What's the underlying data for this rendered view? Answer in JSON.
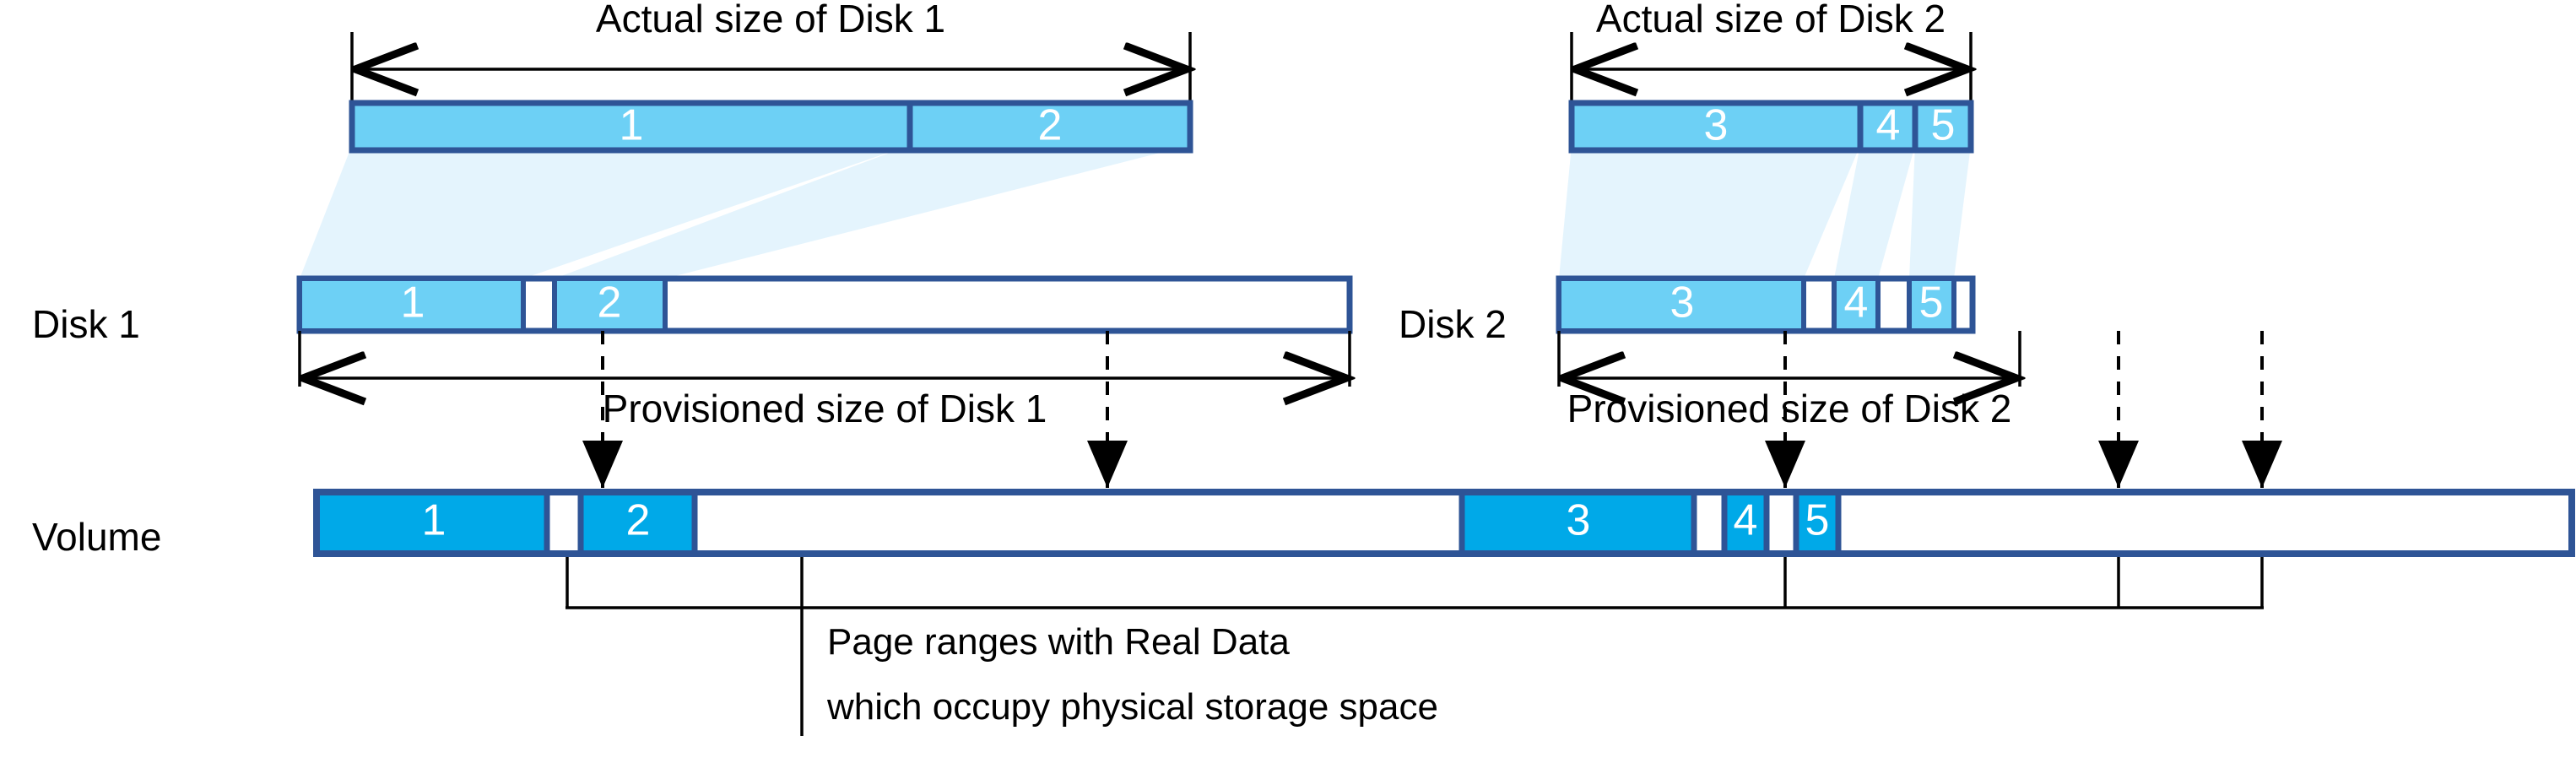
{
  "diagram": {
    "title": "Thin provisioning disk-to-volume page mapping diagram",
    "colors": {
      "actual_fill": "#6DD0F5",
      "volume_fill": "#00A9E8",
      "border": "#2E5496",
      "projection_fill": "#E4F4FD",
      "text": "#000000",
      "cell_text": "#FFFFFF"
    },
    "row_labels": {
      "disk1": "Disk 1",
      "disk2": "Disk 2",
      "volume": "Volume"
    },
    "dimension_labels": {
      "actual_disk1": "Actual size of Disk 1",
      "actual_disk2": "Actual size of Disk 2",
      "provisioned_disk1": "Provisioned size of Disk 1",
      "provisioned_disk2": "Provisioned size of Disk 2"
    },
    "caption": {
      "line1": "Page ranges with Real Data",
      "line2": "which occupy physical storage space"
    },
    "actual_bar_disk1": {
      "label": "Actual size of Disk 1",
      "cells": [
        {
          "id": "1",
          "filled": true
        },
        {
          "id": "2",
          "filled": true
        }
      ]
    },
    "actual_bar_disk2": {
      "label": "Actual size of Disk 2",
      "cells": [
        {
          "id": "3",
          "filled": true
        },
        {
          "id": "4",
          "filled": true
        },
        {
          "id": "5",
          "filled": true
        }
      ]
    },
    "provisioned_bar_disk1": {
      "label": "Provisioned size of Disk 1",
      "cells": [
        {
          "id": "1",
          "filled": true
        },
        {
          "id": "",
          "filled": false
        },
        {
          "id": "2",
          "filled": true
        },
        {
          "id": "",
          "filled": false
        }
      ]
    },
    "provisioned_bar_disk2": {
      "label": "Provisioned size of Disk 2",
      "cells": [
        {
          "id": "3",
          "filled": true
        },
        {
          "id": "",
          "filled": false
        },
        {
          "id": "4",
          "filled": true
        },
        {
          "id": "",
          "filled": false
        },
        {
          "id": "5",
          "filled": true
        },
        {
          "id": "",
          "filled": false
        }
      ]
    },
    "volume_bar": {
      "label": "Volume",
      "cells": [
        {
          "id": "1",
          "filled": true
        },
        {
          "id": "",
          "filled": false
        },
        {
          "id": "2",
          "filled": true
        },
        {
          "id": "",
          "filled": false
        },
        {
          "id": "3",
          "filled": true
        },
        {
          "id": "",
          "filled": false
        },
        {
          "id": "4",
          "filled": true
        },
        {
          "id": "",
          "filled": false
        },
        {
          "id": "5",
          "filled": true
        },
        {
          "id": "",
          "filled": false
        }
      ]
    },
    "mapping_arrows": [
      {
        "from": "disk1-page-1",
        "to": "volume-page-1"
      },
      {
        "from": "disk1-page-2",
        "to": "volume-page-2"
      },
      {
        "from": "disk2-page-3",
        "to": "volume-page-3"
      },
      {
        "from": "disk2-page-4",
        "to": "volume-page-4"
      },
      {
        "from": "disk2-page-5",
        "to": "volume-page-5"
      }
    ]
  }
}
